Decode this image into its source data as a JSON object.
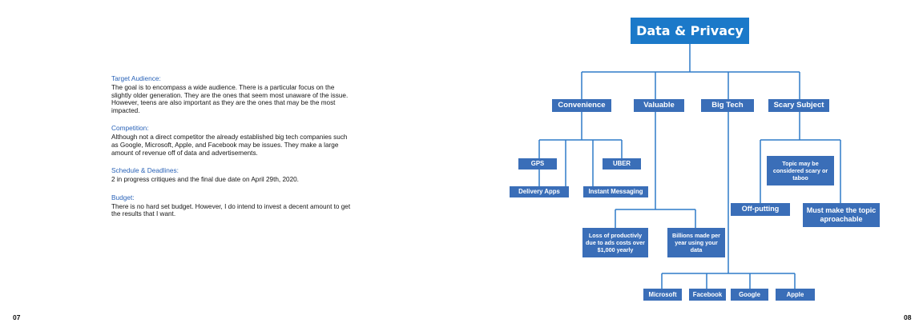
{
  "left_page": {
    "sections": [
      {
        "title": "Target Audience:",
        "body": "The goal is to encompass a wide audience. There is a particular focus on the slightly older generation. They are the ones that seem most unaware of the issue. However, teens are also important as they are the ones that may be the most impacted."
      },
      {
        "title": "Competition:",
        "body": "Although not a direct competitor the already established big tech companies such as Google, Microsoft, Apple, and Facebook may be issues. They make a large amount of revenue off of data and advertisements."
      },
      {
        "title": "Schedule & Deadlines:",
        "body": "2 in progress critiques and the final due date on April 29th, 2020."
      },
      {
        "title": "Budget:",
        "body": "There is no hard set budget. However, I do intend to invest a decent amount to get the results that I want."
      }
    ],
    "page_number": "07"
  },
  "right_page": {
    "page_number": "08",
    "diagram": {
      "title": "Data & Privacy",
      "categories": {
        "convenience": "Convenience",
        "valuable": "Valuable",
        "big_tech": "Big Tech",
        "scary_subject": "Scary Subject"
      },
      "convenience_items": {
        "gps": "GPS",
        "uber": "UBER",
        "delivery_apps": "Delivery Apps",
        "instant_messaging": "Instant Messaging"
      },
      "valuable_items": {
        "productivity": "Loss of productivly due to ads costs over $1,000 yearly",
        "billions": "Billions made per year using your data"
      },
      "big_tech_items": {
        "microsoft": "Microsoft",
        "facebook": "Facebook",
        "google": "Google",
        "apple": "Apple"
      },
      "scary_items": {
        "topic": "Topic may be considered scary or taboo",
        "off_putting": "Off-putting",
        "approachable": "Must make the topic aproachable"
      },
      "colors": {
        "title_fill": "#1b79c9",
        "box_fill": "#3a6eb8",
        "line": "#2f7bc8"
      }
    }
  }
}
